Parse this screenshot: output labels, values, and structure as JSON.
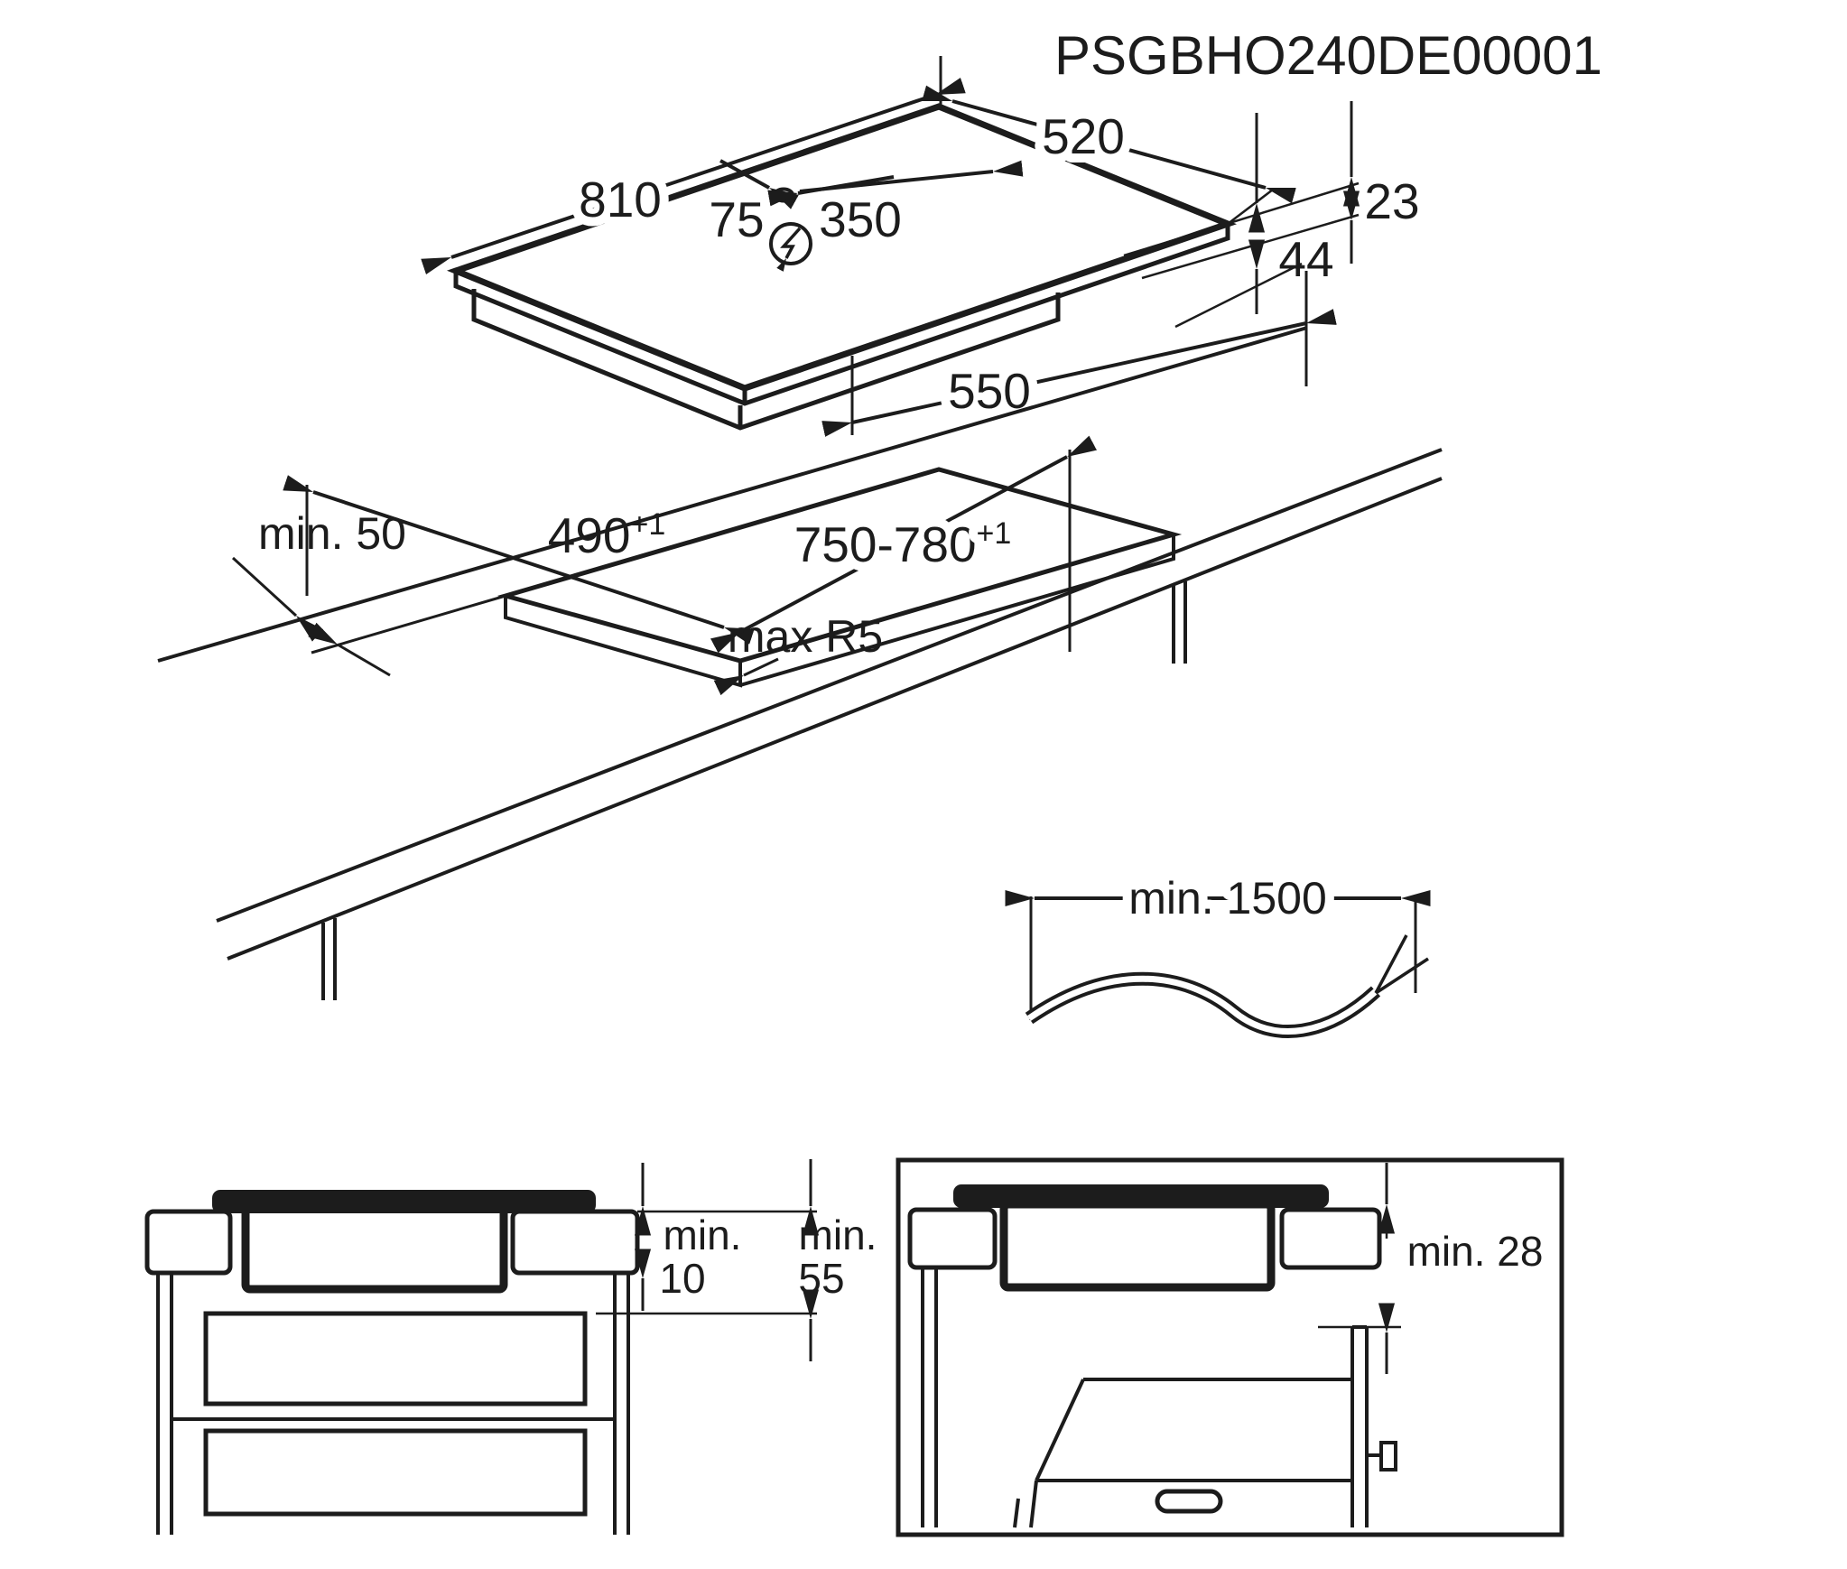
{
  "product_code": "PSGBHO240DE00001",
  "colors": {
    "line": "#1c1c1c",
    "background": "#ffffff"
  },
  "hob_top_view": {
    "width_mm": "810",
    "depth_mm": "520",
    "cable_offset_left_mm": "75",
    "cable_offset_right_mm": "350",
    "glass_height_mm": "23",
    "body_height_mm": "44",
    "body_width_mm": "550",
    "power_icon": "lightning-in-circle"
  },
  "worktop_cutout_view": {
    "rear_clearance": "min. 50",
    "cutout_depth": "490",
    "cutout_depth_tolerance": "+1",
    "cutout_width": "750-780",
    "cutout_width_tolerance": "+1",
    "corner_radius": "max R5"
  },
  "power_cable_diagram": {
    "cable_length": "min. 1500"
  },
  "drawer_clearance_view": {
    "min_label_1": "min.",
    "value_1": "10",
    "min_label_2": "min.",
    "value_2": "55"
  },
  "oven_clearance_view": {
    "clearance": "min. 28"
  }
}
